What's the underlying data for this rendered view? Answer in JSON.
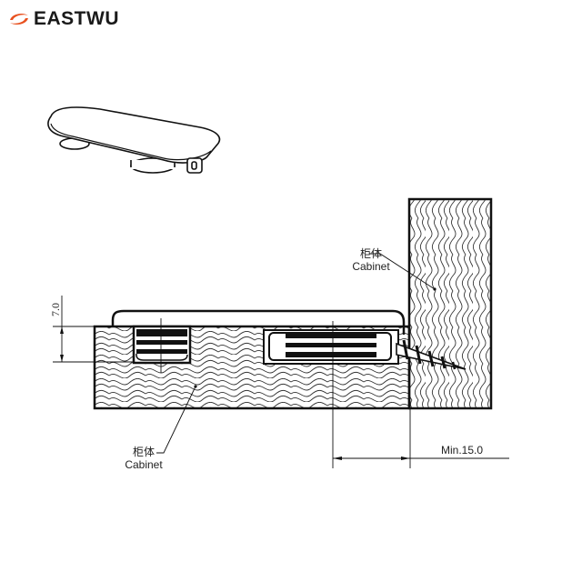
{
  "brand": {
    "name": "EASTWU",
    "accent_color": "#e8501e",
    "icon": "swoosh-logo-icon"
  },
  "product_view": {
    "description": "shelf support cap isometric view",
    "icon": "shelf-support-icon"
  },
  "labels": {
    "cabinet_upper": {
      "zh": "柜体",
      "en": "Cabinet"
    },
    "cabinet_lower": {
      "zh": "柜体",
      "en": "Cabinet"
    }
  },
  "dimensions": {
    "height": "7.0",
    "min_distance": "Min.15.0"
  },
  "colors": {
    "line": "#111111",
    "grain": "#333333",
    "background": "#ffffff"
  }
}
